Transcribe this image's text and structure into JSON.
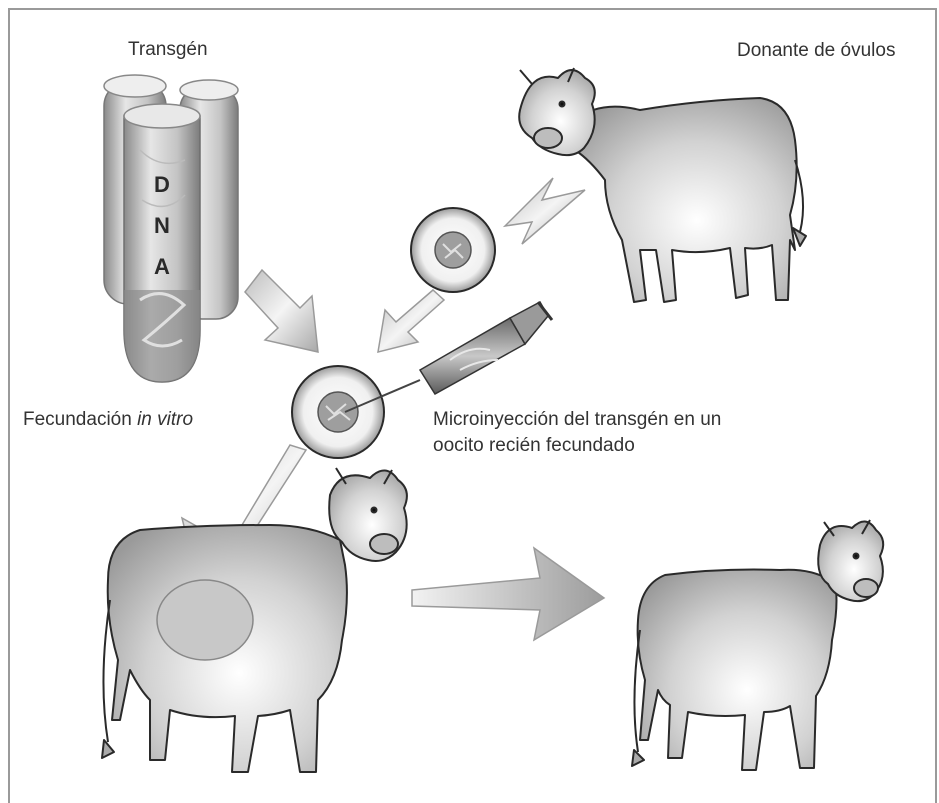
{
  "labels": {
    "transgen": "Transgén",
    "donante": "Donante de óvulos",
    "fecundacion": "Fecundación",
    "in_vitro": "in vitro",
    "microinyeccion_line1": "Microinyección del transgén en un",
    "microinyeccion_line2": "oocito recién fecundado"
  },
  "tube_letters": [
    "D",
    "N",
    "A"
  ]
}
